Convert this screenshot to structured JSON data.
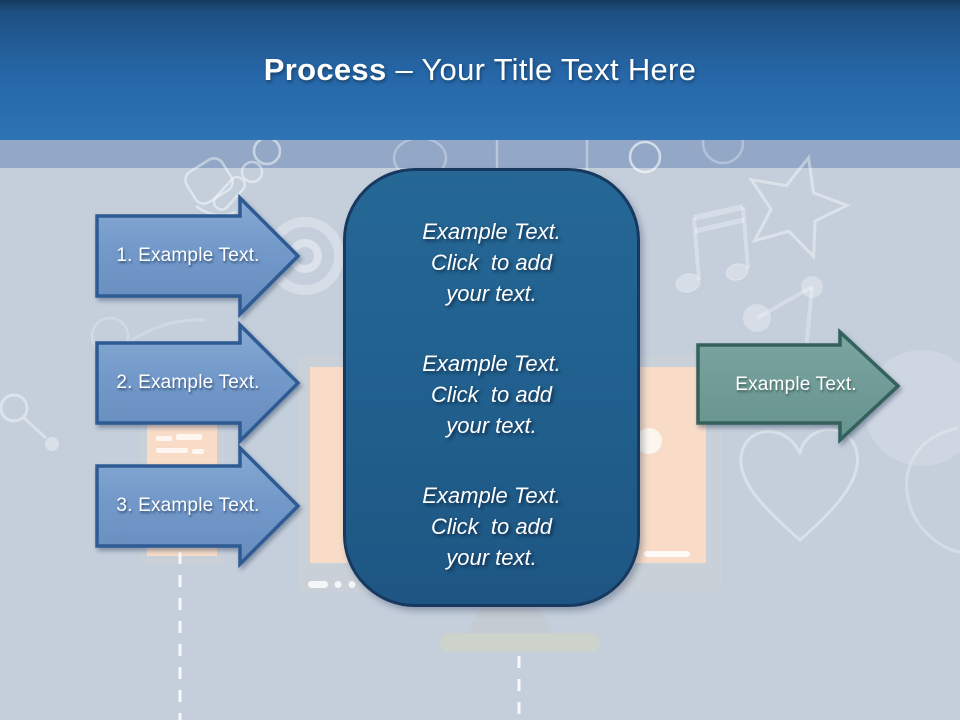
{
  "title": {
    "bold": "Process",
    "rest": "– Your Title Text Here"
  },
  "steps": [
    {
      "label": "1. Example Text."
    },
    {
      "label": "2. Example Text."
    },
    {
      "label": "3. Example Text."
    }
  ],
  "center_panel": {
    "blocks": [
      [
        "Example Text.",
        "Click  to add",
        "your text."
      ],
      [
        "Example Text.",
        "Click  to add",
        "your text."
      ],
      [
        "Example Text.",
        "Click  to add",
        "your text."
      ]
    ]
  },
  "output_arrow": {
    "label": "Example Text."
  },
  "colors": {
    "header_top": "#16395E",
    "header_bottom": "#2E74B5",
    "background": "#C5CFDC",
    "band": "#93A8C7",
    "step_arrow_fill": "#7299C9",
    "step_arrow_border": "#2E5B94",
    "panel_fill": "#21618F",
    "panel_border": "#17395F",
    "output_arrow_fill": "#6F9C98",
    "output_arrow_border": "#35615C",
    "text": "#FFFFFF",
    "illustration_gray": "#C9D0D8",
    "illustration_screen": "#F8DCC8"
  }
}
